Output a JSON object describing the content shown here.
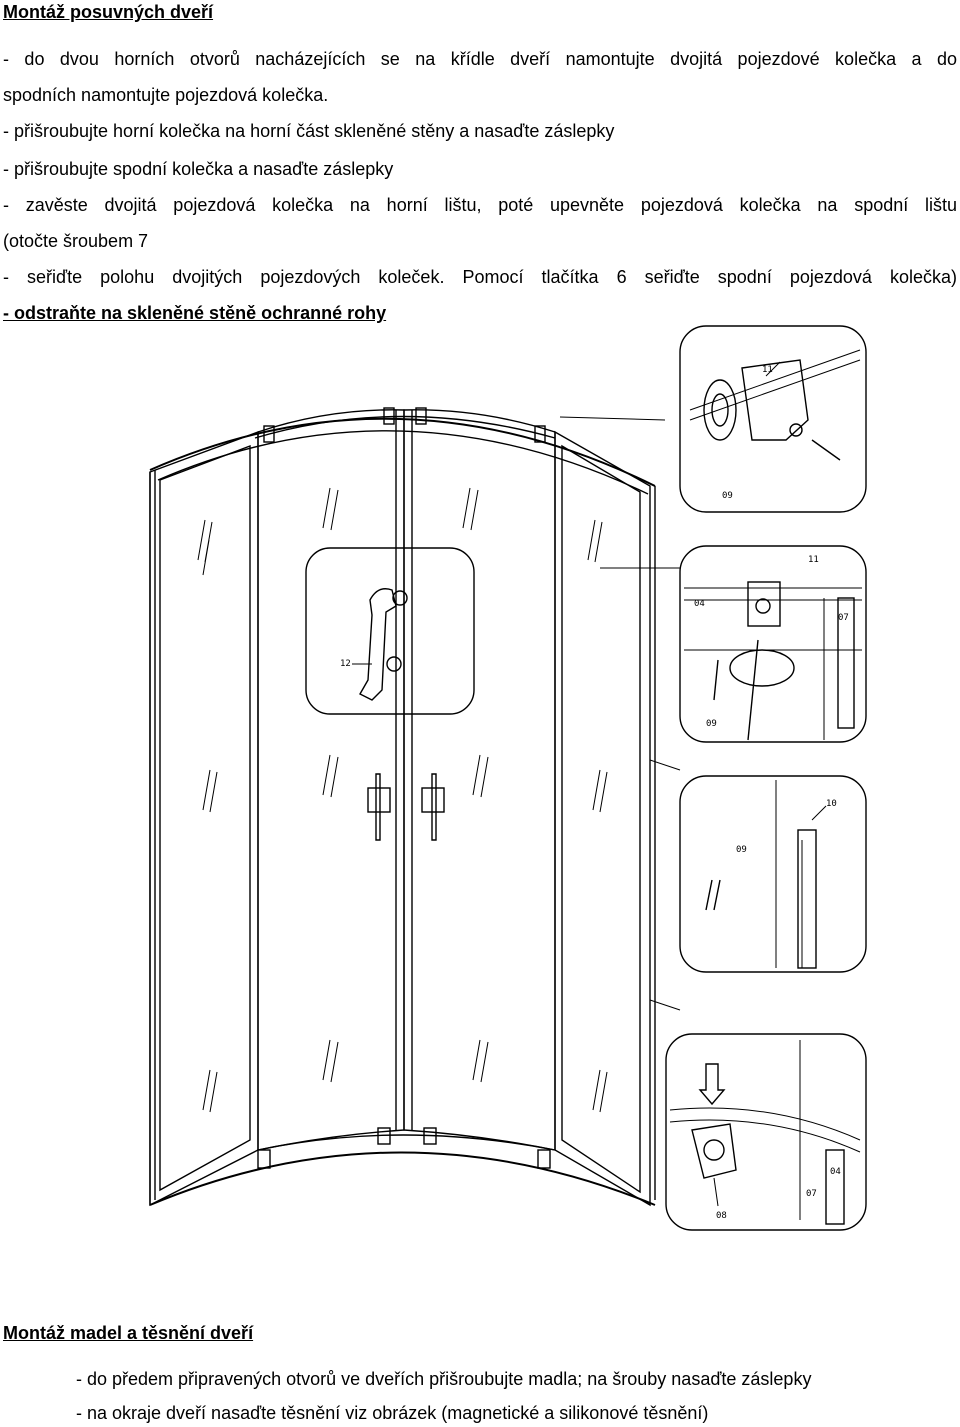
{
  "section1": {
    "heading": "Montáž posuvných dveří",
    "lines": [
      "- do dvou horních otvorů nacházejících se na křídle dveří namontujte dvojitá pojezdové kolečka a do",
      "spodních namontujte pojezdová kolečka.",
      "- přišroubujte horní kolečka na horní část skleněné stěny a nasaďte záslepky",
      "- přišroubujte spodní kolečka a nasaďte záslepky",
      "- zavěste dvojitá pojezdová kolečka na horní lištu, poté upevněte pojezdová kolečka na spodní lištu",
      "(otočte šroubem 7",
      "- seřiďte polohu dvojitých pojezdových koleček. Pomocí tlačítka 6 seřiďte spodní pojezdová kolečka)",
      "- odstraňte na skleněné stěně ochranné rohy"
    ]
  },
  "figure": {
    "labels": {
      "handle_detail": "12",
      "d1_part1": "11",
      "d1_part2": "09",
      "d2_part1": "11",
      "d2_part2": "04",
      "d2_part3": "07",
      "d2_part4": "09",
      "d3_part1": "10",
      "d3_part2": "09",
      "d4_part1": "04",
      "d4_part2": "07",
      "d4_part3": "08"
    }
  },
  "section2": {
    "heading": "Montáž madel a těsnění dveří",
    "lines": [
      "- do předem připravených otvorů ve dveřích přišroubujte madla; na šrouby nasaďte záslepky",
      "- na okraje dveří nasaďte těsnění viz obrázek (magnetické a silikonové těsnění)"
    ]
  }
}
